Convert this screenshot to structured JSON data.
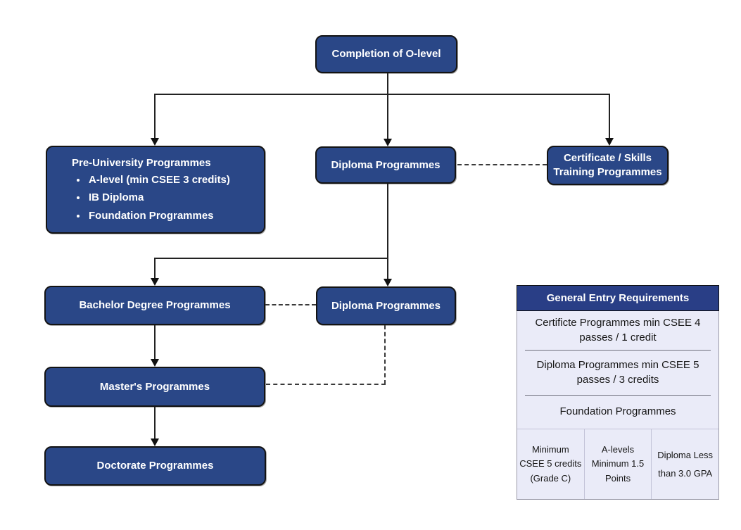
{
  "diagram": {
    "boxes": {
      "completion": {
        "label": "Completion of O-level"
      },
      "pre_university": {
        "title": "Pre-University Programmes",
        "bullets": [
          "A-level (min CSEE 3 credits)",
          "IB Diploma",
          "Foundation Programmes"
        ]
      },
      "diploma_top": {
        "label": "Diploma Programmes"
      },
      "certificate": {
        "line1": "Certificate / Skills",
        "line2": "Training Programmes"
      },
      "bachelor": {
        "label": "Bachelor Degree Programmes"
      },
      "diploma_mid": {
        "label": "Diploma Programmes"
      },
      "masters": {
        "label": "Master's Programmes"
      },
      "doctorate": {
        "label": "Doctorate Programmes"
      }
    },
    "table": {
      "header": "General Entry Requirements",
      "rows": [
        {
          "line1": "Certificte Programmes min CSEE 4",
          "line2": "passes / 1 credit"
        },
        {
          "line1": "Diploma Programmes min CSEE 5",
          "line2": "passes / 3 credits"
        },
        {
          "line1": "Foundation Programmes",
          "line2": ""
        }
      ],
      "foundation_columns": [
        "Minimum CSEE 5 credits (Grade C)",
        "A-levels Minimum 1.5 Points",
        "Diploma Less than 3.0 GPA"
      ]
    },
    "colors": {
      "box_fill": "#2a4787",
      "table_header_fill": "#293e86",
      "table_bg": "#eaebf8",
      "connector": "#222222"
    }
  }
}
